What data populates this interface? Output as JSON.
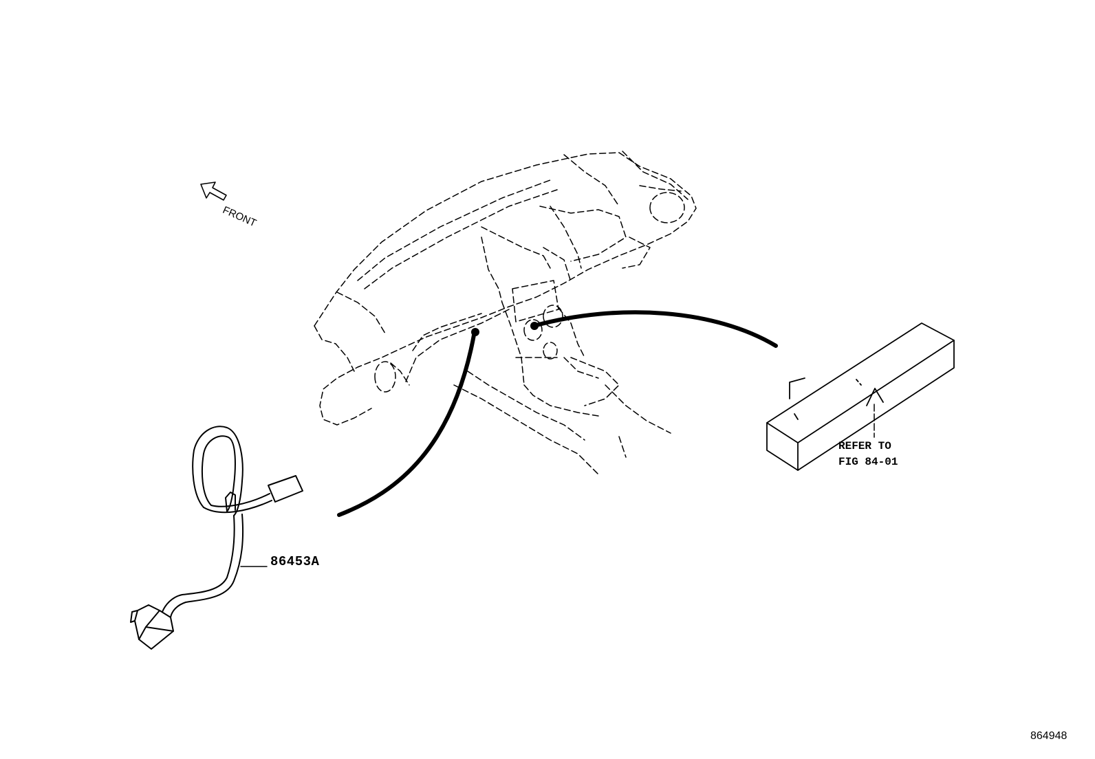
{
  "diagram": {
    "direction_label": "FRONT",
    "part_number": "86453A",
    "reference_line1": "REFER TO",
    "reference_line2": "FIG 84-01",
    "illustration_id": "864948"
  },
  "colors": {
    "ink": "#000000",
    "background": "#ffffff"
  }
}
